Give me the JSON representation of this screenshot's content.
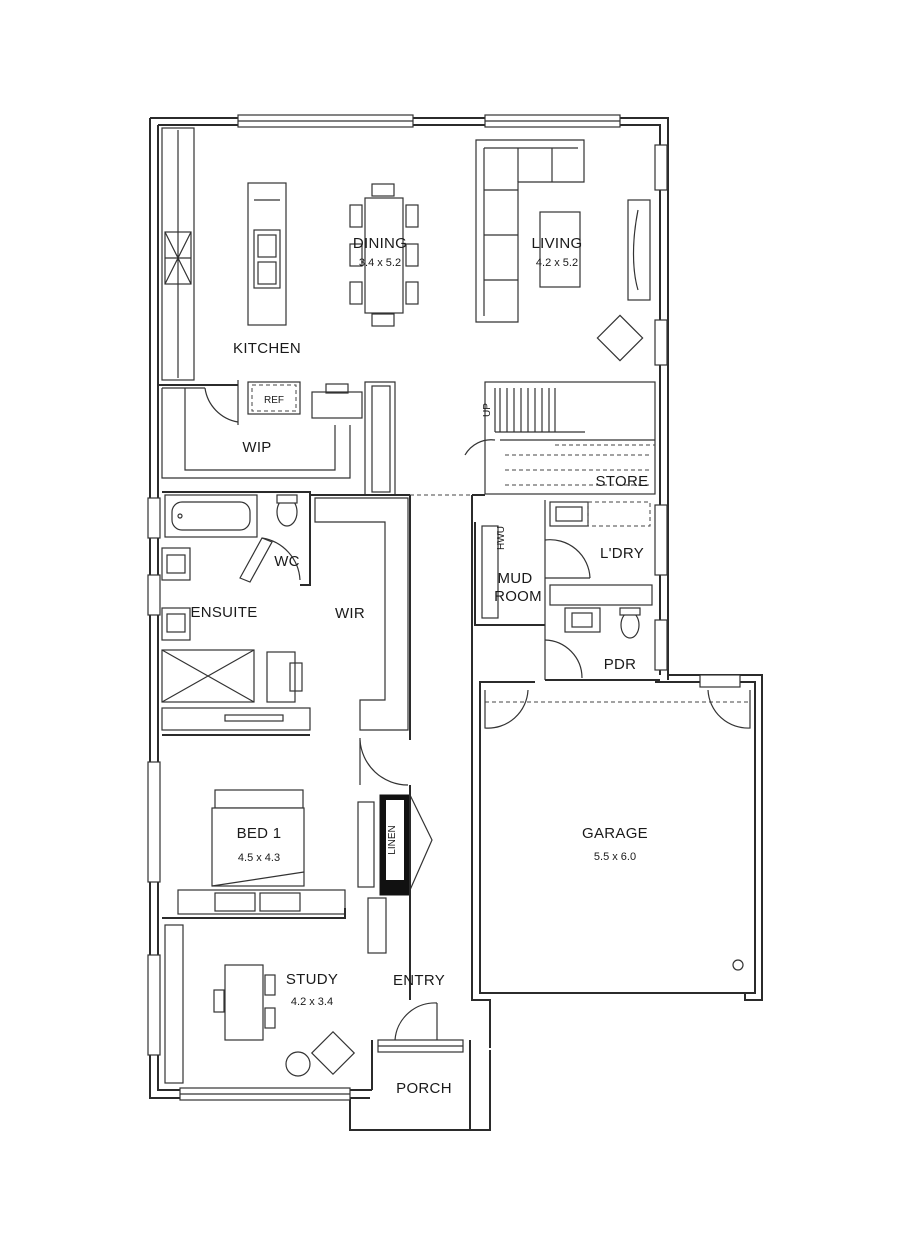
{
  "rooms": {
    "kitchen": {
      "label": "KITCHEN"
    },
    "dining": {
      "label": "DINING",
      "size": "3.4 x 5.2"
    },
    "living": {
      "label": "LIVING",
      "size": "4.2 x 5.2"
    },
    "ref": {
      "label": "REF"
    },
    "wip": {
      "label": "WIP"
    },
    "store": {
      "label": "STORE"
    },
    "wc": {
      "label": "WC"
    },
    "ensuite": {
      "label": "ENSUITE"
    },
    "wir": {
      "label": "WIR"
    },
    "laundry": {
      "label": "L'DRY"
    },
    "mud_room": {
      "line1": "MUD",
      "line2": "ROOM"
    },
    "pdr": {
      "label": "PDR"
    },
    "garage": {
      "label": "GARAGE",
      "size": "5.5 x 6.0"
    },
    "bed1": {
      "label": "BED 1",
      "size": "4.5 x 4.3"
    },
    "linen": {
      "label": "LINEN"
    },
    "study": {
      "label": "STUDY",
      "size": "4.2 x 3.4"
    },
    "entry": {
      "label": "ENTRY"
    },
    "porch": {
      "label": "PORCH"
    }
  },
  "markers": {
    "hwu": "HWU",
    "up": "UP"
  }
}
